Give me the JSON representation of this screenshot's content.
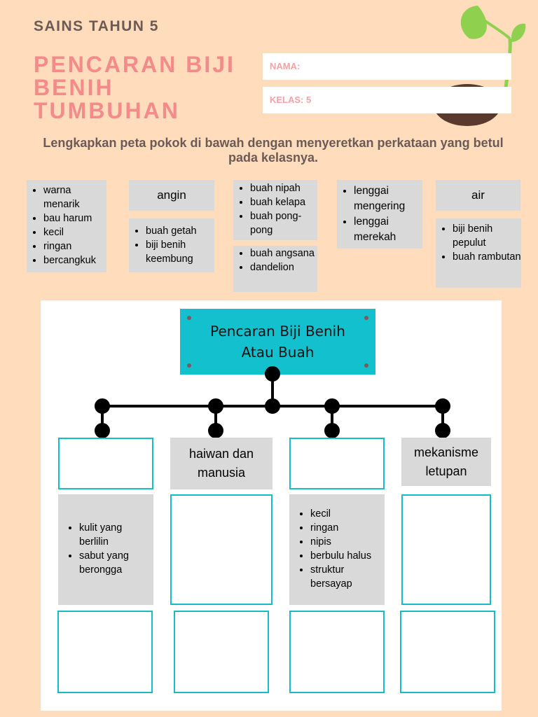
{
  "header": {
    "subject": "SAINS TAHUN 5",
    "title": "PENCARAN BIJI BENIH TUMBUHAN",
    "nama_label": "NAMA:",
    "kelas_label": "KELAS: 5"
  },
  "instruction": "Lengkapkan peta pokok di bawah dengan menyeretkan perkataan yang betul pada kelasnya.",
  "word_cards": [
    {
      "items": [
        "warna menarik",
        "bau harum",
        "kecil",
        "ringan",
        "bercangkuk"
      ]
    },
    {
      "text": "angin"
    },
    {
      "items": [
        "buah getah",
        "biji benih keembung"
      ]
    },
    {
      "items": [
        "buah nipah",
        "buah kelapa",
        "buah pong-pong"
      ]
    },
    {
      "items": [
        "buah angsana",
        "dandelion"
      ]
    },
    {
      "items": [
        "lenggai mengering",
        "lenggai merekah"
      ]
    },
    {
      "text": "air"
    },
    {
      "items": [
        "biji benih pepulut",
        "buah rambutan"
      ]
    }
  ],
  "tree": {
    "root": "Pencaran Biji Benih Atau Buah",
    "col2_agent": "haiwan dan manusia",
    "col4_agent": "mekanisme letupan",
    "col1_features": [
      "kulit yang berlilin",
      "sabut yang berongga"
    ],
    "col3_features": [
      "kecil",
      "ringan",
      "nipis",
      "berbulu halus",
      "struktur bersayap"
    ]
  },
  "colors": {
    "background": "#ffdcbb",
    "title": "#f48a8a",
    "accent": "#13c0cd",
    "box_border": "#18bcc6",
    "card": "#d9d9d9"
  },
  "icons": [
    "sprout-icon"
  ]
}
